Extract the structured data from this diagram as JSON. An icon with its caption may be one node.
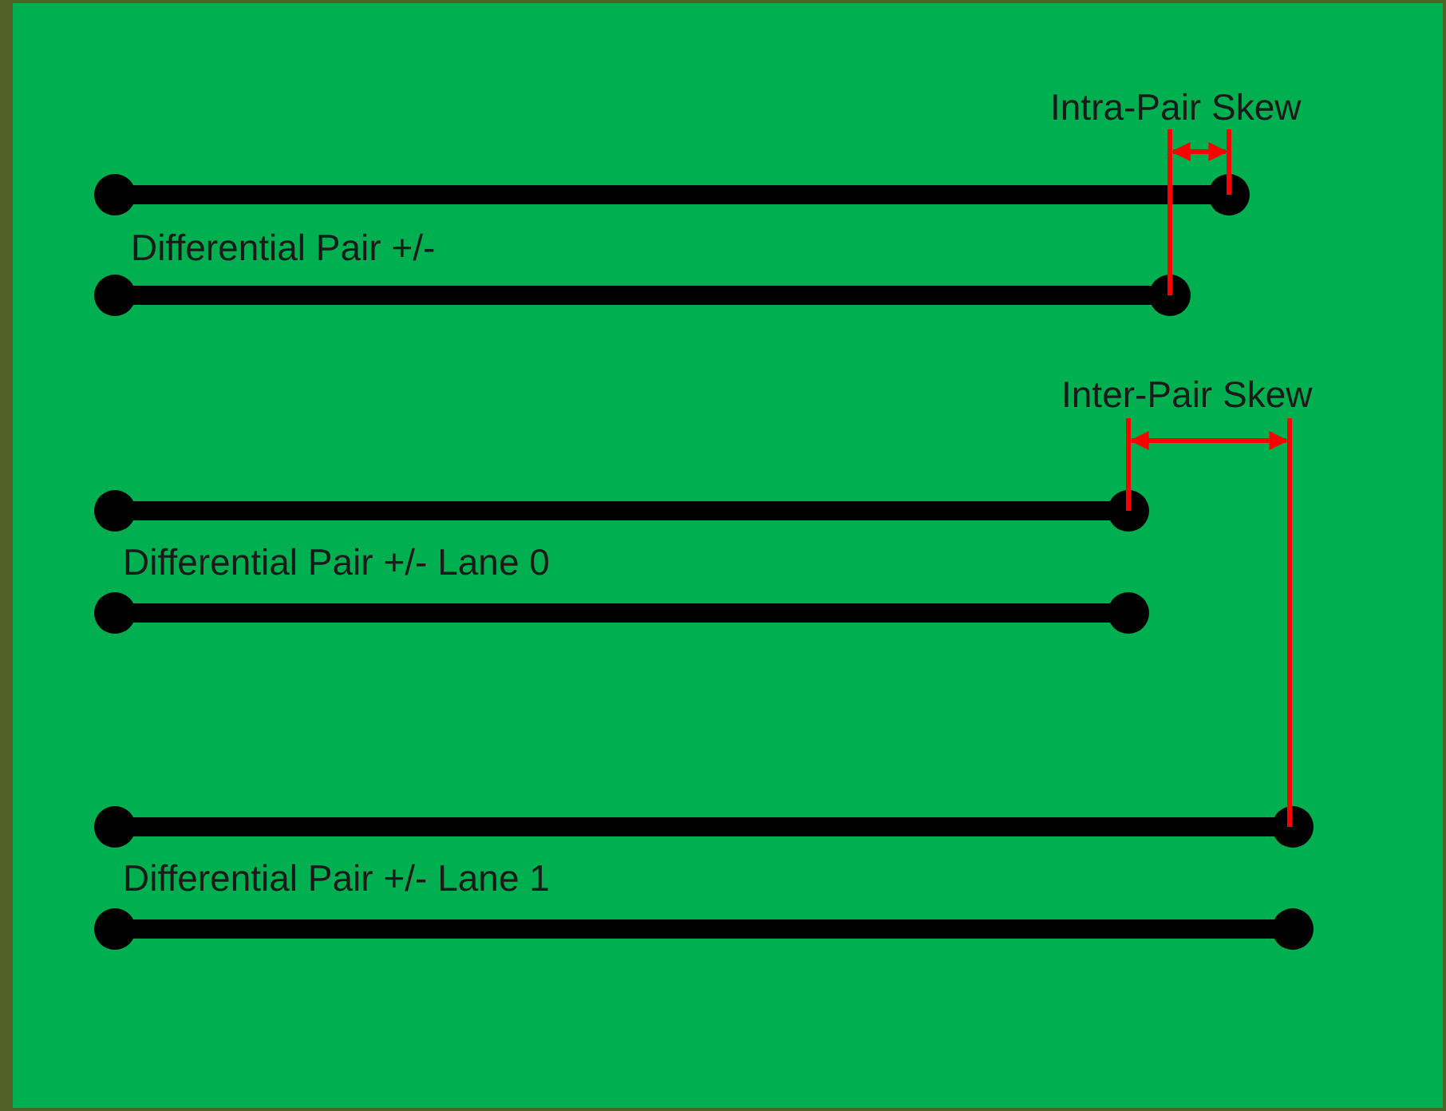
{
  "diagram": {
    "labels": [
      "Intra-Pair Skew",
      "Differential Pair +/-",
      "Inter-Pair Skew",
      "Differential Pair +/- Lane 0",
      "Differential Pair +/- Lane 1"
    ]
  }
}
